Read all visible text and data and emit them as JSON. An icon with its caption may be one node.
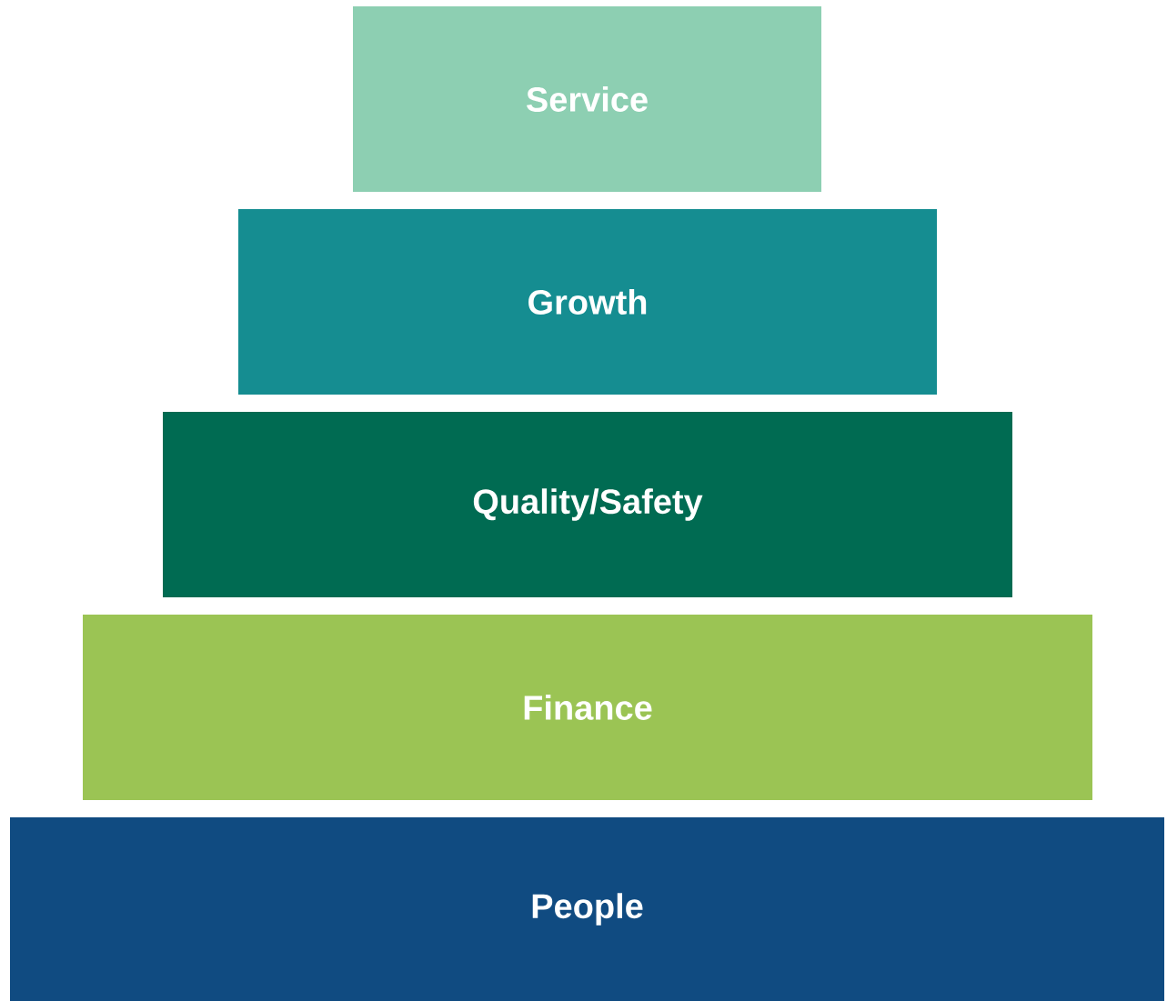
{
  "diagram": {
    "nodes": [
      {
        "text": [
          "Service"
        ]
      },
      {
        "text": [
          "Growth"
        ]
      },
      {
        "text": [
          "Quality/Safety"
        ]
      },
      {
        "text": [
          "Finance"
        ]
      },
      {
        "text": [
          "People"
        ]
      }
    ]
  }
}
